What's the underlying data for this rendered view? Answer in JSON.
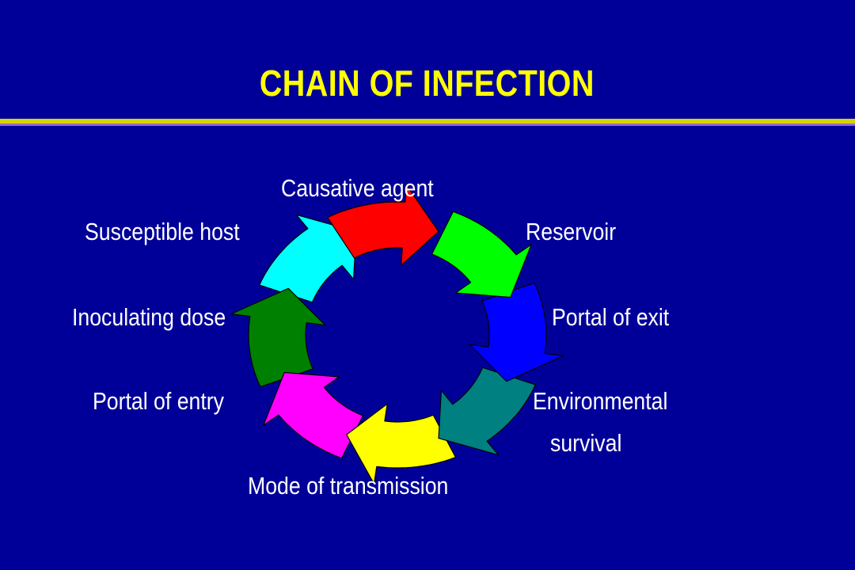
{
  "title": "CHAIN OF INFECTION",
  "diagram": {
    "type": "cycle",
    "steps": [
      {
        "label": "Causative agent",
        "color": "#ff0000"
      },
      {
        "label": "Reservoir",
        "color": "#00ff00"
      },
      {
        "label": "Portal of exit",
        "color": "#0000ff"
      },
      {
        "label_line1": "Environmental",
        "label_line2": "survival",
        "color": "#008080"
      },
      {
        "label": "Mode of transmission",
        "color": "#ffff00"
      },
      {
        "label": "Portal of entry",
        "color": "#ff00ff"
      },
      {
        "label": "Inoculating dose",
        "color": "#008000"
      },
      {
        "label": "Susceptible host",
        "color": "#00ffff"
      }
    ]
  },
  "colors": {
    "background": "#000099",
    "title": "#ffff00",
    "text": "#ffffff"
  }
}
